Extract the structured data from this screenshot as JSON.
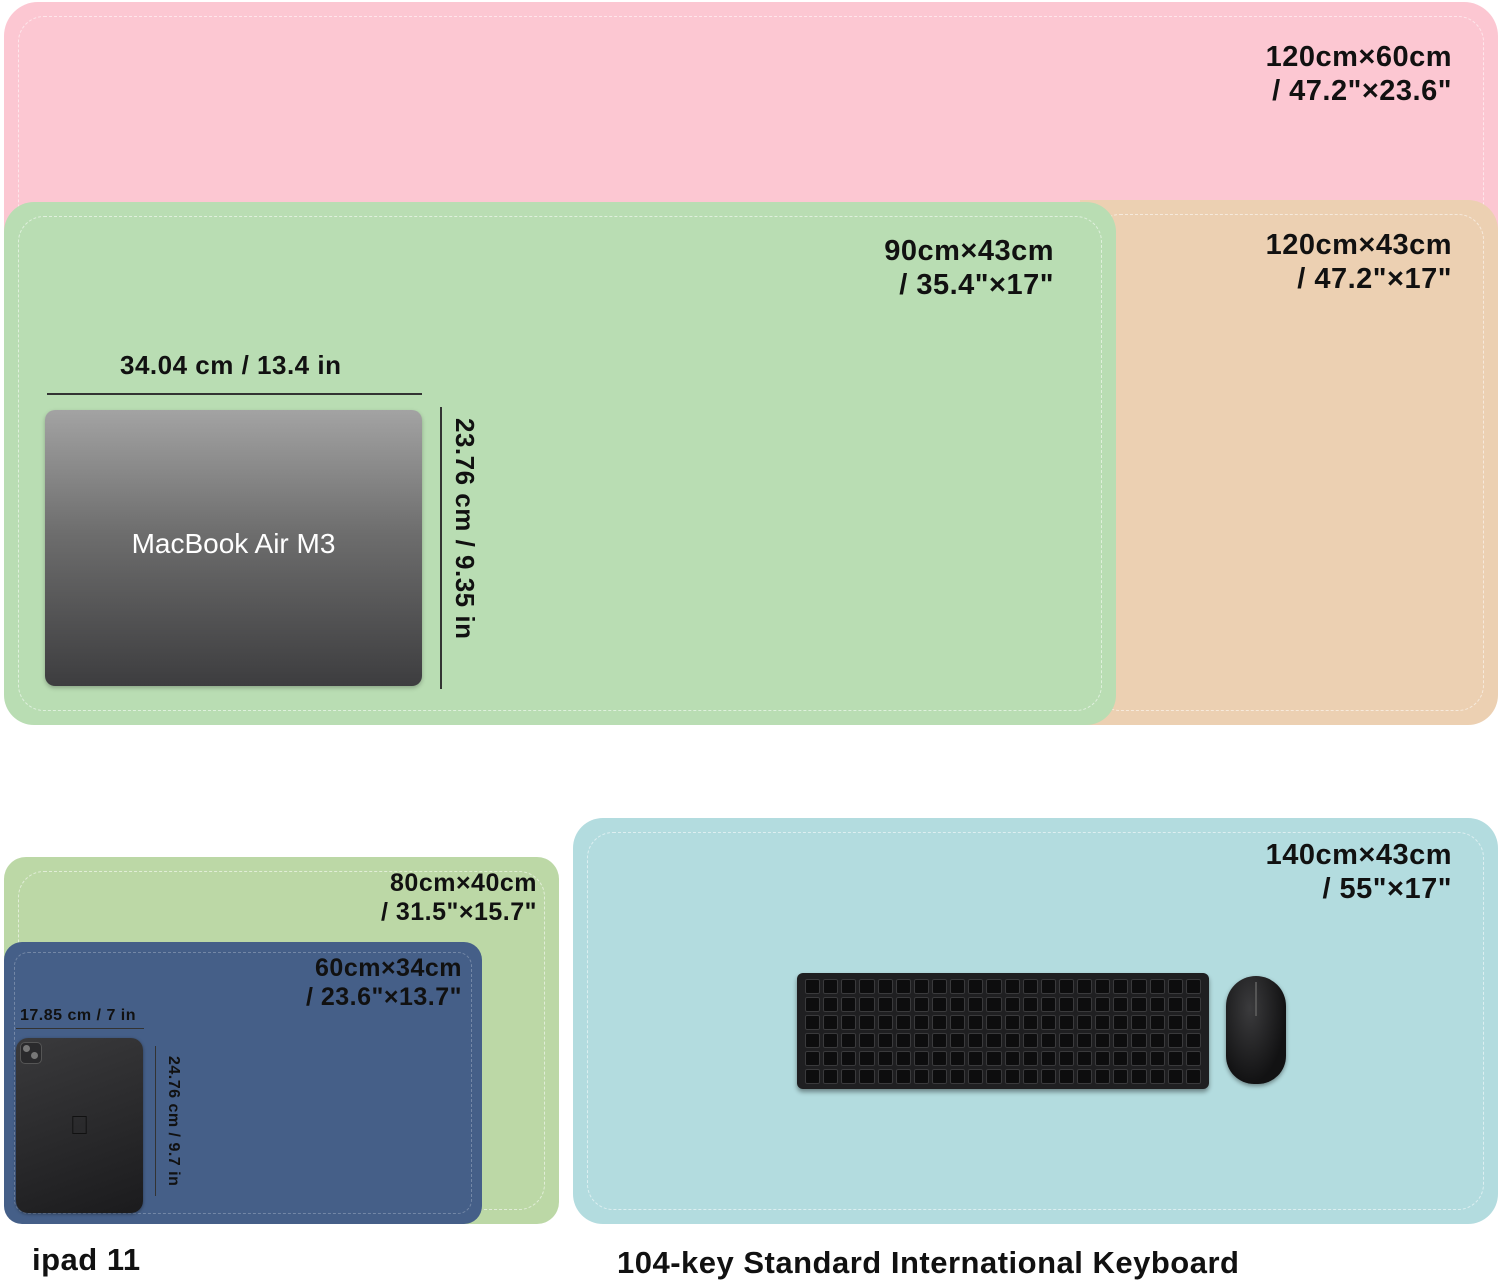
{
  "mats": {
    "pink": {
      "line1": "120cm×60cm",
      "line2": "/ 47.2\"×23.6\"",
      "color": "#fcc7d2"
    },
    "tan": {
      "line1": "120cm×43cm",
      "line2": "/ 47.2\"×17\"",
      "color": "#ecd0b2"
    },
    "green": {
      "line1": "90cm×43cm",
      "line2": "/ 35.4\"×17\"",
      "color": "#b9ddb3"
    },
    "green_small": {
      "line1": "80cm×40cm",
      "line2": "/ 31.5\"×15.7\"",
      "color": "#bcd8a6"
    },
    "navy": {
      "line1": "60cm×34cm",
      "line2": "/ 23.6\"×13.7\"",
      "color": "#455f88"
    },
    "blue": {
      "line1": "140cm×43cm",
      "line2": "/ 55\"×17\"",
      "color": "#b3dcdf"
    }
  },
  "laptop": {
    "label": "MacBook Air M3",
    "width_label": "34.04 cm / 13.4 in",
    "height_label": "23.76 cm / 9.35 in"
  },
  "tablet": {
    "width_label": "17.85 cm / 7 in",
    "height_label": "24.76 cm / 9.7 in",
    "icon": "apple-logo-icon",
    "caption": "ipad 11"
  },
  "keyboard": {
    "caption": "104-key Standard International Keyboard",
    "icon": "keyboard-icon",
    "mouse_icon": "mouse-icon"
  }
}
